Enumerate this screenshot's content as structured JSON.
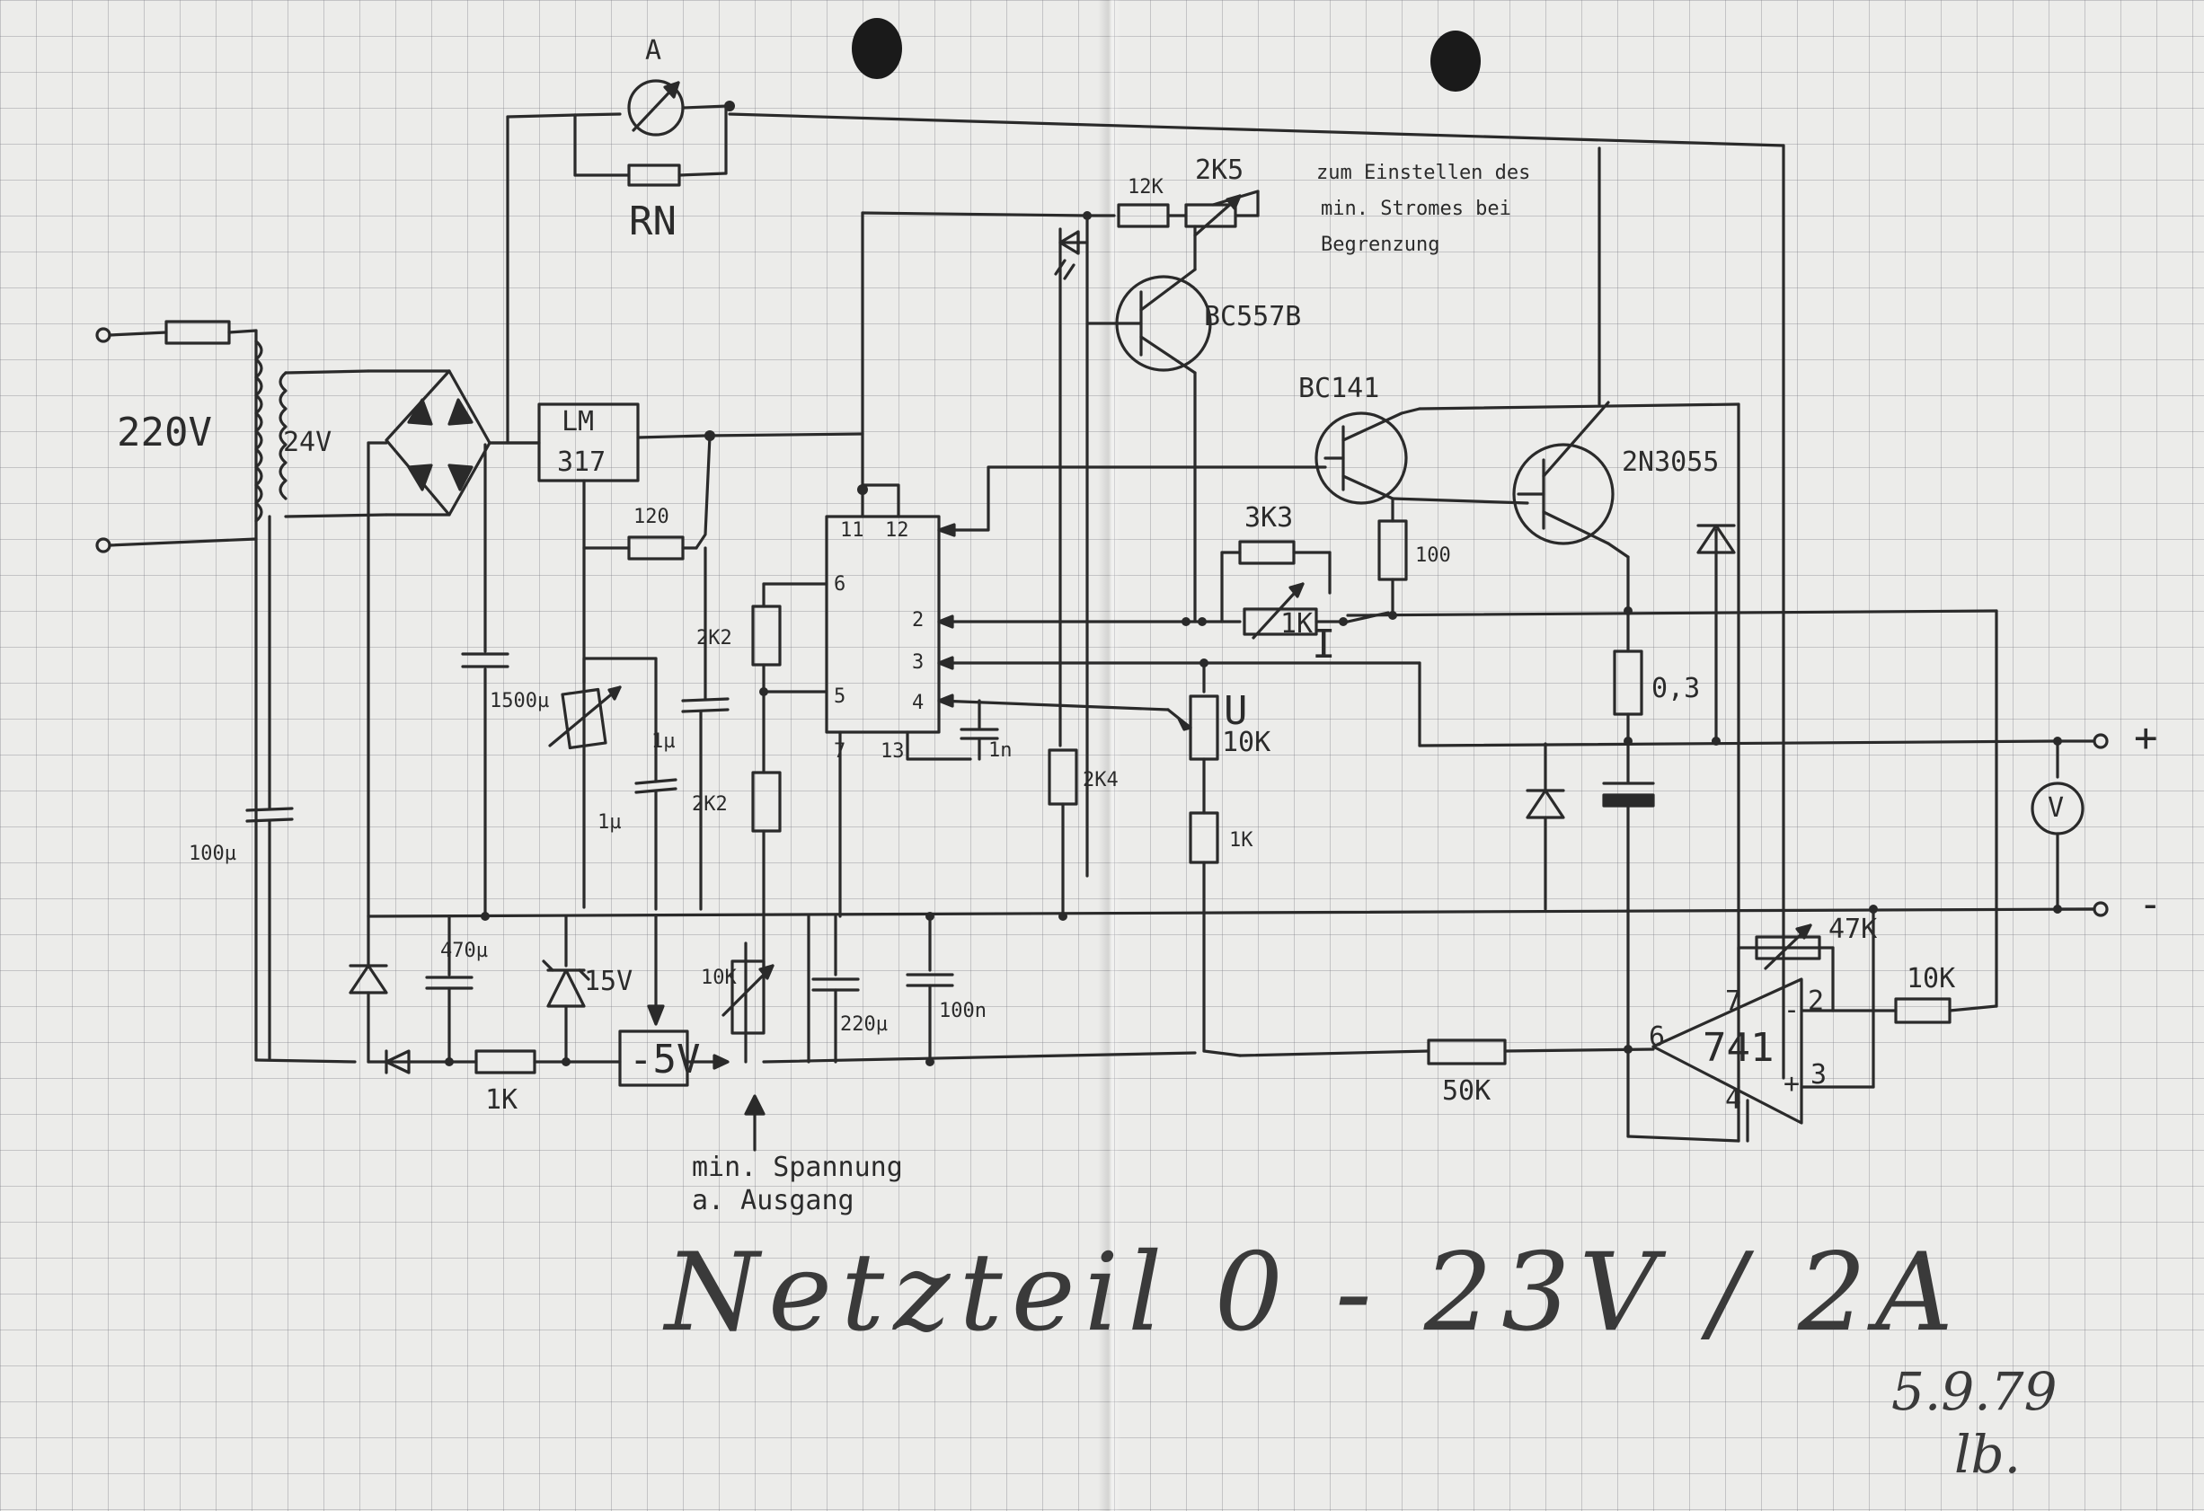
{
  "title": "Netzteil 0 - 23V / 2A",
  "date": "5.9.79",
  "signature": "lb.",
  "labels": {
    "mains": "220V",
    "transformer_secondary": "24V",
    "ammeter": "A",
    "shunt": "RN",
    "regulator": [
      "LM",
      "317"
    ],
    "r_120": "120",
    "c_1500u": "1500µ",
    "c_100u": "100µ",
    "c_1u_a": "1µ",
    "c_1u_b": "1µ",
    "r_2k2_top": "2K2",
    "r_2k2_bottom": "2K2",
    "c_470u": "470µ",
    "zener_15v": "15V",
    "r_1k_bottom": "1K",
    "reg_minus5v": "-5V",
    "pot_10k": "10K",
    "note_min_voltage": [
      "min. Spannung",
      "a. Ausgang"
    ],
    "c_220u": "220µ",
    "c_100n": "100n",
    "ic_pins": [
      "11",
      "12",
      "6",
      "5",
      "2",
      "3",
      "4",
      "7",
      "13"
    ],
    "c_1n": "1n",
    "r_2k4": "2K4",
    "r_12k": "12K",
    "pot_2k5": "2K5",
    "note_min_current": [
      "zum Einstellen des",
      "min. Stromes bei",
      "Begrenzung"
    ],
    "q_bc557b": "BC557B",
    "q_bc141": "BC141",
    "q_2n3055": "2N3055",
    "r_3k3": "3K3",
    "pot_1k": "1K",
    "current_marker": "I",
    "r_100": "100",
    "r_0_3": "0,3",
    "pot_10k_u_label": "U",
    "pot_10k_u": "10K",
    "r_1k_right": "1K",
    "voltmeter": "V",
    "out_plus": "+",
    "out_minus": "-",
    "opamp": "741",
    "opamp_pins": [
      "7",
      "2",
      "6",
      "3",
      "4"
    ],
    "opamp_minus": "-",
    "opamp_plus": "+",
    "r_47k": "47K",
    "r_10k_right": "10K",
    "r_50k": "50K"
  }
}
